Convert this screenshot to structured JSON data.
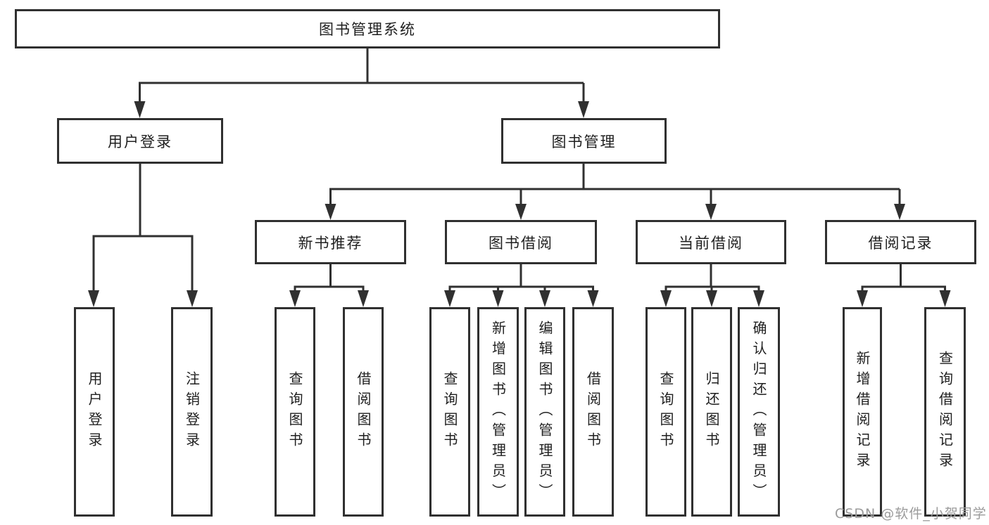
{
  "tree": {
    "root": {
      "label": "图书管理系统"
    },
    "branches": [
      {
        "label": "用户登录",
        "leaves": [
          "用户登录",
          "注销登录"
        ]
      },
      {
        "label": "图书管理",
        "groups": [
          {
            "label": "新书推荐",
            "leaves": [
              "查询图书",
              "借阅图书"
            ]
          },
          {
            "label": "图书借阅",
            "leaves": [
              "查询图书",
              "新增图书（管理员）",
              "编辑图书（管理员）",
              "借阅图书"
            ]
          },
          {
            "label": "当前借阅",
            "leaves": [
              "查询图书",
              "归还图书",
              "确认归还（管理员）"
            ]
          },
          {
            "label": "借阅记录",
            "leaves": [
              "新增借阅记录",
              "查询借阅记录"
            ]
          }
        ]
      }
    ]
  },
  "watermark": "CSDN @软件_小贺同学",
  "colors": {
    "line": "#303030",
    "box_border": "#303030",
    "box_fill": "#ffffff",
    "text": "#1f1f1f",
    "watermark": "#9b9b9b",
    "background": "#ffffff"
  }
}
